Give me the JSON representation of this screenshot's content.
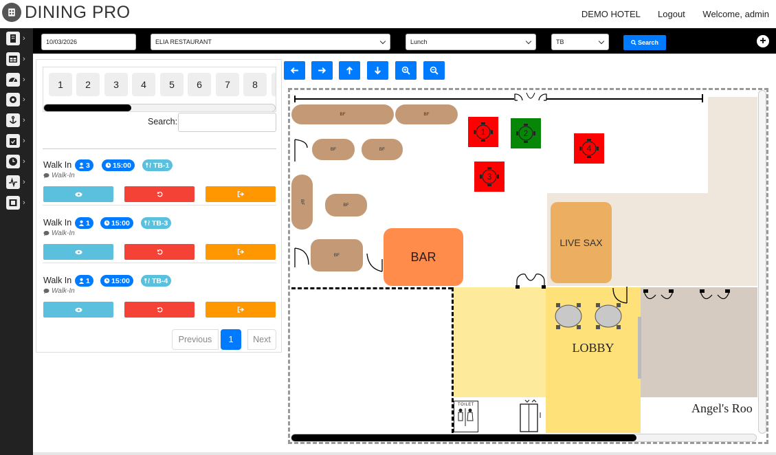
{
  "header": {
    "brand": "DINING PRO",
    "hotel": "DEMO HOTEL",
    "logout": "Logout",
    "welcome": "Welcome, admin"
  },
  "toolbar": {
    "date": "10/03/2026",
    "restaurant": "ELIA RESTAURANT",
    "meal": "Lunch",
    "table_type": "TB",
    "search_label": "Search"
  },
  "sidebar": {
    "items": [
      "hotel-icon",
      "table-icon",
      "dashboard-icon",
      "settings-icon",
      "anchor-icon",
      "calendar-check-icon",
      "clock-icon",
      "heartbeat-icon",
      "film-icon"
    ]
  },
  "tables_strip": [
    "1",
    "2",
    "3",
    "4",
    "5",
    "6",
    "7",
    "8"
  ],
  "search": {
    "label": "Search:",
    "value": ""
  },
  "reservations": [
    {
      "name": "Walk In",
      "guests": "3",
      "time": "15:00",
      "table": "TB-1",
      "note": "Walk-In"
    },
    {
      "name": "Walk In",
      "guests": "1",
      "time": "15:00",
      "table": "TB-3",
      "note": "Walk-In"
    },
    {
      "name": "Walk In",
      "guests": "1",
      "time": "15:00",
      "table": "TB-4",
      "note": "Walk-In"
    }
  ],
  "pagination": {
    "previous": "Previous",
    "page": "1",
    "next": "Next"
  },
  "floor": {
    "bf_label": "BF",
    "bar": "BAR",
    "live": "LIVE SAX",
    "lobby": "LOBBY",
    "room": "Angel's Roo",
    "toilet": "TOILET",
    "tables": [
      {
        "num": "1",
        "status": "occupied"
      },
      {
        "num": "2",
        "status": "available"
      },
      {
        "num": "3",
        "status": "occupied"
      },
      {
        "num": "4",
        "status": "occupied"
      }
    ]
  },
  "colors": {
    "primary": "#007bff",
    "info": "#5bc0de",
    "danger": "#f44336",
    "warning": "#ff9800",
    "occupied": "#ff0000",
    "available": "#078707",
    "bf_table": "#c49a76",
    "bar": "#ff8c4a",
    "lobby": "#ffe17a"
  }
}
